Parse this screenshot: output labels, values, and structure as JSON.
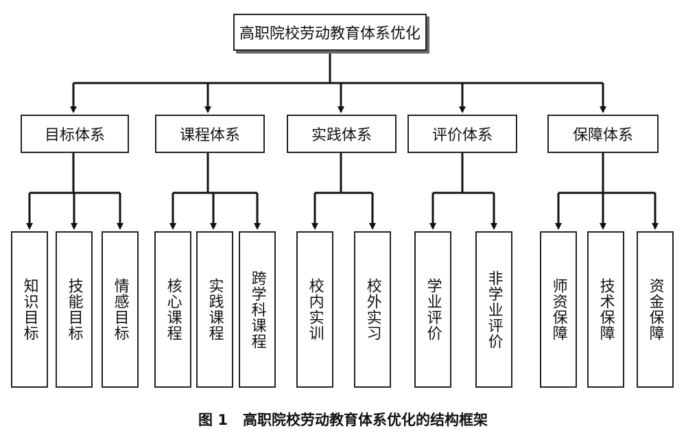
{
  "root": "高职院校劳动教育体系优化",
  "categories": [
    {
      "label": "目标体系",
      "children": [
        "知识目标",
        "技能目标",
        "情感目标"
      ]
    },
    {
      "label": "课程体系",
      "children": [
        "核心课程",
        "实践课程",
        "跨学科课程"
      ]
    },
    {
      "label": "实践体系",
      "children": [
        "校内实训",
        "校外实习"
      ]
    },
    {
      "label": "评价体系",
      "children": [
        "学业评价",
        "非学业评价"
      ]
    },
    {
      "label": "保障体系",
      "children": [
        "师资保障",
        "技术保障",
        "资金保障"
      ]
    }
  ],
  "caption": {
    "figure_number": "图 1",
    "title": "高职院校劳动教育体系优化的结构框架"
  }
}
